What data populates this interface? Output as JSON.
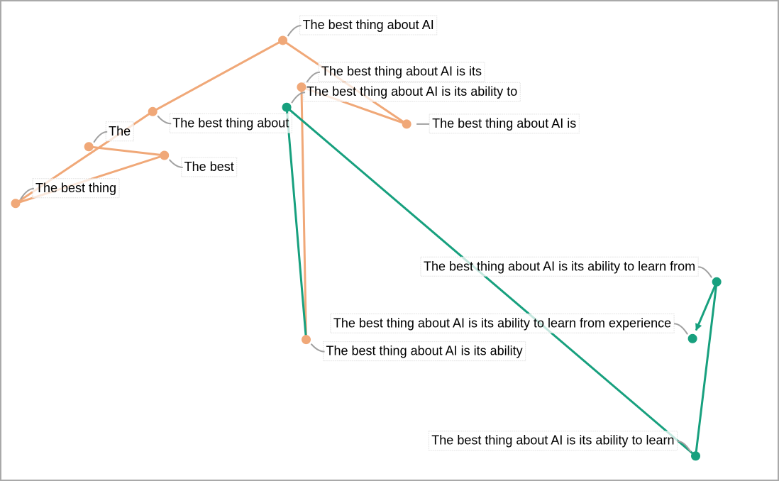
{
  "chart_data": {
    "type": "scatter",
    "title": "",
    "xlabel": "",
    "ylabel": "",
    "xlim": [
      0,
      100
    ],
    "ylim": [
      0,
      100
    ],
    "grid": false,
    "axes_visible": false,
    "description": "2D trajectory of progressive sentence prefixes; segments connect consecutive prefixes, colored by phase",
    "colors": {
      "phase1": "#f0a878",
      "phase2": "#17a07e",
      "leader": "#a0a0a0"
    },
    "points": [
      {
        "label": "The",
        "x": 11.4,
        "y": 69.5,
        "phase": "phase1",
        "label_side": "right-up"
      },
      {
        "label": "The best",
        "x": 21.1,
        "y": 67.7,
        "phase": "phase1",
        "label_side": "right-down"
      },
      {
        "label": "The best thing",
        "x": 2.0,
        "y": 57.7,
        "phase": "phase1",
        "label_side": "right-up"
      },
      {
        "label": "The best thing about",
        "x": 19.6,
        "y": 76.8,
        "phase": "phase1",
        "label_side": "right-down"
      },
      {
        "label": "The best thing about AI",
        "x": 36.3,
        "y": 91.6,
        "phase": "phase1",
        "label_side": "right-up"
      },
      {
        "label": "The best thing about AI is",
        "x": 52.2,
        "y": 74.2,
        "phase": "phase1",
        "label_side": "right"
      },
      {
        "label": "The best thing about AI is its",
        "x": 38.7,
        "y": 81.9,
        "phase": "phase1",
        "label_side": "right-up"
      },
      {
        "label": "The best thing about AI is its ability",
        "x": 39.3,
        "y": 29.4,
        "phase": "phase1",
        "label_side": "right-down"
      },
      {
        "label": "The best thing about AI is its ability to",
        "x": 36.8,
        "y": 77.7,
        "phase": "phase2",
        "label_side": "right-up"
      },
      {
        "label": "The best thing about AI is its ability to learn",
        "x": 89.3,
        "y": 5.2,
        "phase": "phase2",
        "label_side": "left-up"
      },
      {
        "label": "The best thing about AI is its ability to learn from",
        "x": 92.0,
        "y": 41.4,
        "phase": "phase2",
        "label_side": "left-up"
      },
      {
        "label": "The best thing about AI is its ability to learn from experience",
        "x": 88.9,
        "y": 29.6,
        "phase": "phase2",
        "label_side": "left-up"
      }
    ],
    "final_arrow": true
  }
}
